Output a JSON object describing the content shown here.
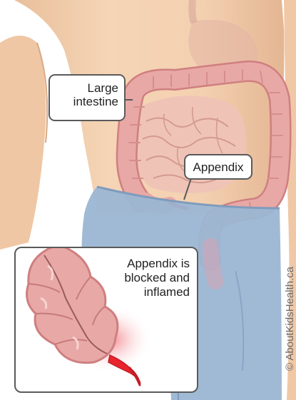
{
  "labels": {
    "large_intestine": [
      "Large",
      "intestine"
    ],
    "appendix": "Appendix",
    "inset_caption": [
      "Appendix is",
      "blocked and",
      "inflamed"
    ]
  },
  "credit": "© AboutKidsHealth.ca",
  "colors": {
    "skin": "#f3cfae",
    "skin_shadow": "#e2b593",
    "intestine": "#e8a8a6",
    "intestine_dark": "#cf7f80",
    "small_intestine": "#efc4b6",
    "shorts": "#9bb6d3",
    "shorts_dark": "#7f9cbd",
    "inflammation": "#e8242c",
    "callout_border": "#5a5a5a"
  }
}
